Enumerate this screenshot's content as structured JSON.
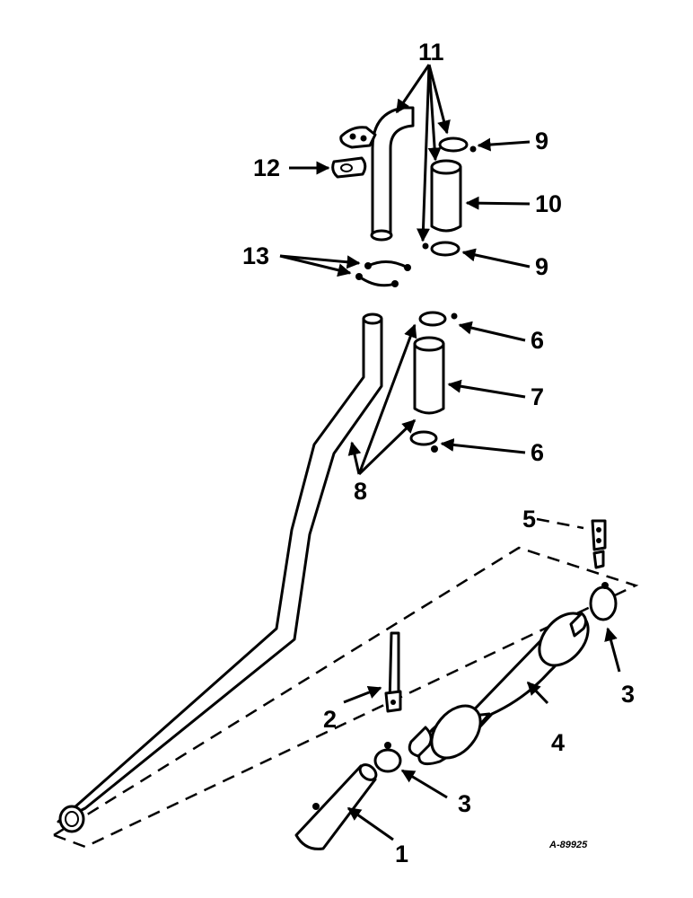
{
  "figure": {
    "reference_code": "A-89925",
    "callouts": {
      "c1": "1",
      "c2": "2",
      "c3a": "3",
      "c3b": "3",
      "c4": "4",
      "c5": "5",
      "c6a": "6",
      "c6b": "6",
      "c7": "7",
      "c8": "8",
      "c9a": "9",
      "c9b": "9",
      "c10": "10",
      "c11": "11",
      "c12": "12",
      "c13": "13"
    }
  }
}
